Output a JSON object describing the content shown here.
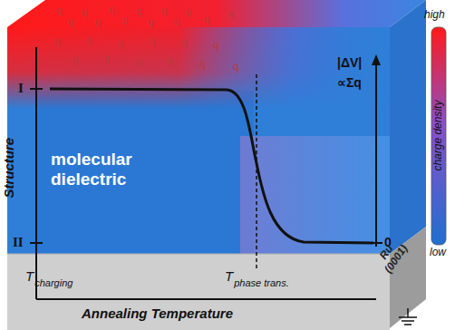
{
  "diagram": {
    "labels": [
      "q",
      "q",
      "q",
      "q",
      "q",
      "q",
      "q",
      "q",
      "q",
      "q",
      "q",
      "q",
      "q",
      "q",
      "q",
      "q",
      "q",
      "q",
      "q",
      "q",
      "q",
      "q",
      "q",
      "q",
      "q",
      "I",
      "Structure",
      "molecular dielectric",
      "II",
      "|ΔV|",
      "∝Σq",
      "0",
      "T",
      "charging",
      "T",
      "phase trans.",
      "Annealing Temperature",
      "Ru (0001)",
      "high",
      "charge density",
      "low"
    ]
  }
}
